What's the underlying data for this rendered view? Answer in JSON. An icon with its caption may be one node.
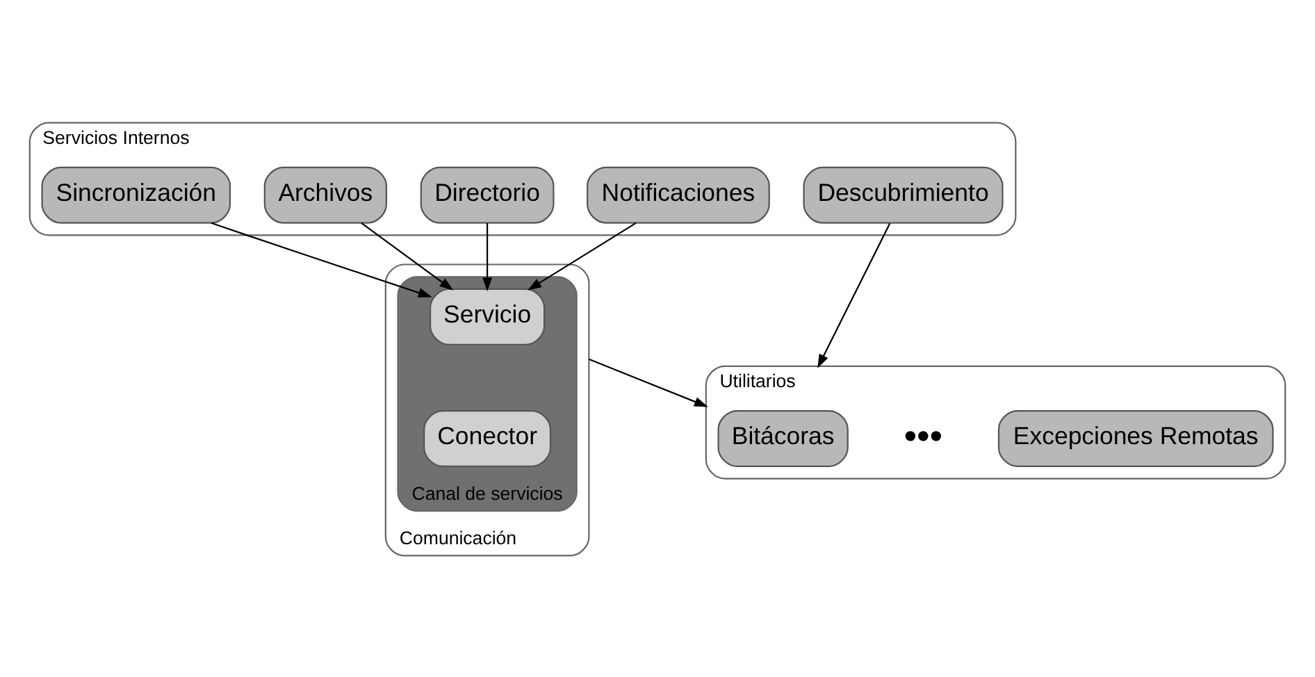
{
  "diagram": {
    "nodes": [
      {
        "text": [
          "Servicios Internos"
        ]
      },
      {
        "text": [
          "Sincronización"
        ],
        "in": 0
      },
      {
        "text": [
          "Archivos"
        ],
        "in": 0
      },
      {
        "text": [
          "Directorio"
        ],
        "in": 0
      },
      {
        "text": [
          "Notificaciones"
        ],
        "in": 0
      },
      {
        "text": [
          "Descubrimiento"
        ],
        "in": 0
      },
      {
        "text": [
          "Comunicación"
        ]
      },
      {
        "text": [
          "Canal de servicios"
        ],
        "in": 6
      },
      {
        "text": [
          "Servicio"
        ],
        "in": 7
      },
      {
        "text": [
          "Conector"
        ],
        "in": 7
      },
      {
        "text": [
          "Utilitarios"
        ]
      },
      {
        "text": [
          "Bitácoras"
        ],
        "in": 10
      },
      {
        "text": [
          "Excepciones Remotas"
        ],
        "in": 10
      }
    ],
    "edges": [
      {
        "from": 1,
        "to": 8,
        "arrow": "to"
      },
      {
        "from": 2,
        "to": 8,
        "arrow": "to"
      },
      {
        "from": 3,
        "to": 8,
        "arrow": "to"
      },
      {
        "from": 4,
        "to": 8,
        "arrow": "to"
      },
      {
        "from": 6,
        "to": 10,
        "arrow": "to"
      },
      {
        "from": 5,
        "to": 10,
        "arrow": "to"
      }
    ],
    "labels": [
      "•••"
    ]
  }
}
